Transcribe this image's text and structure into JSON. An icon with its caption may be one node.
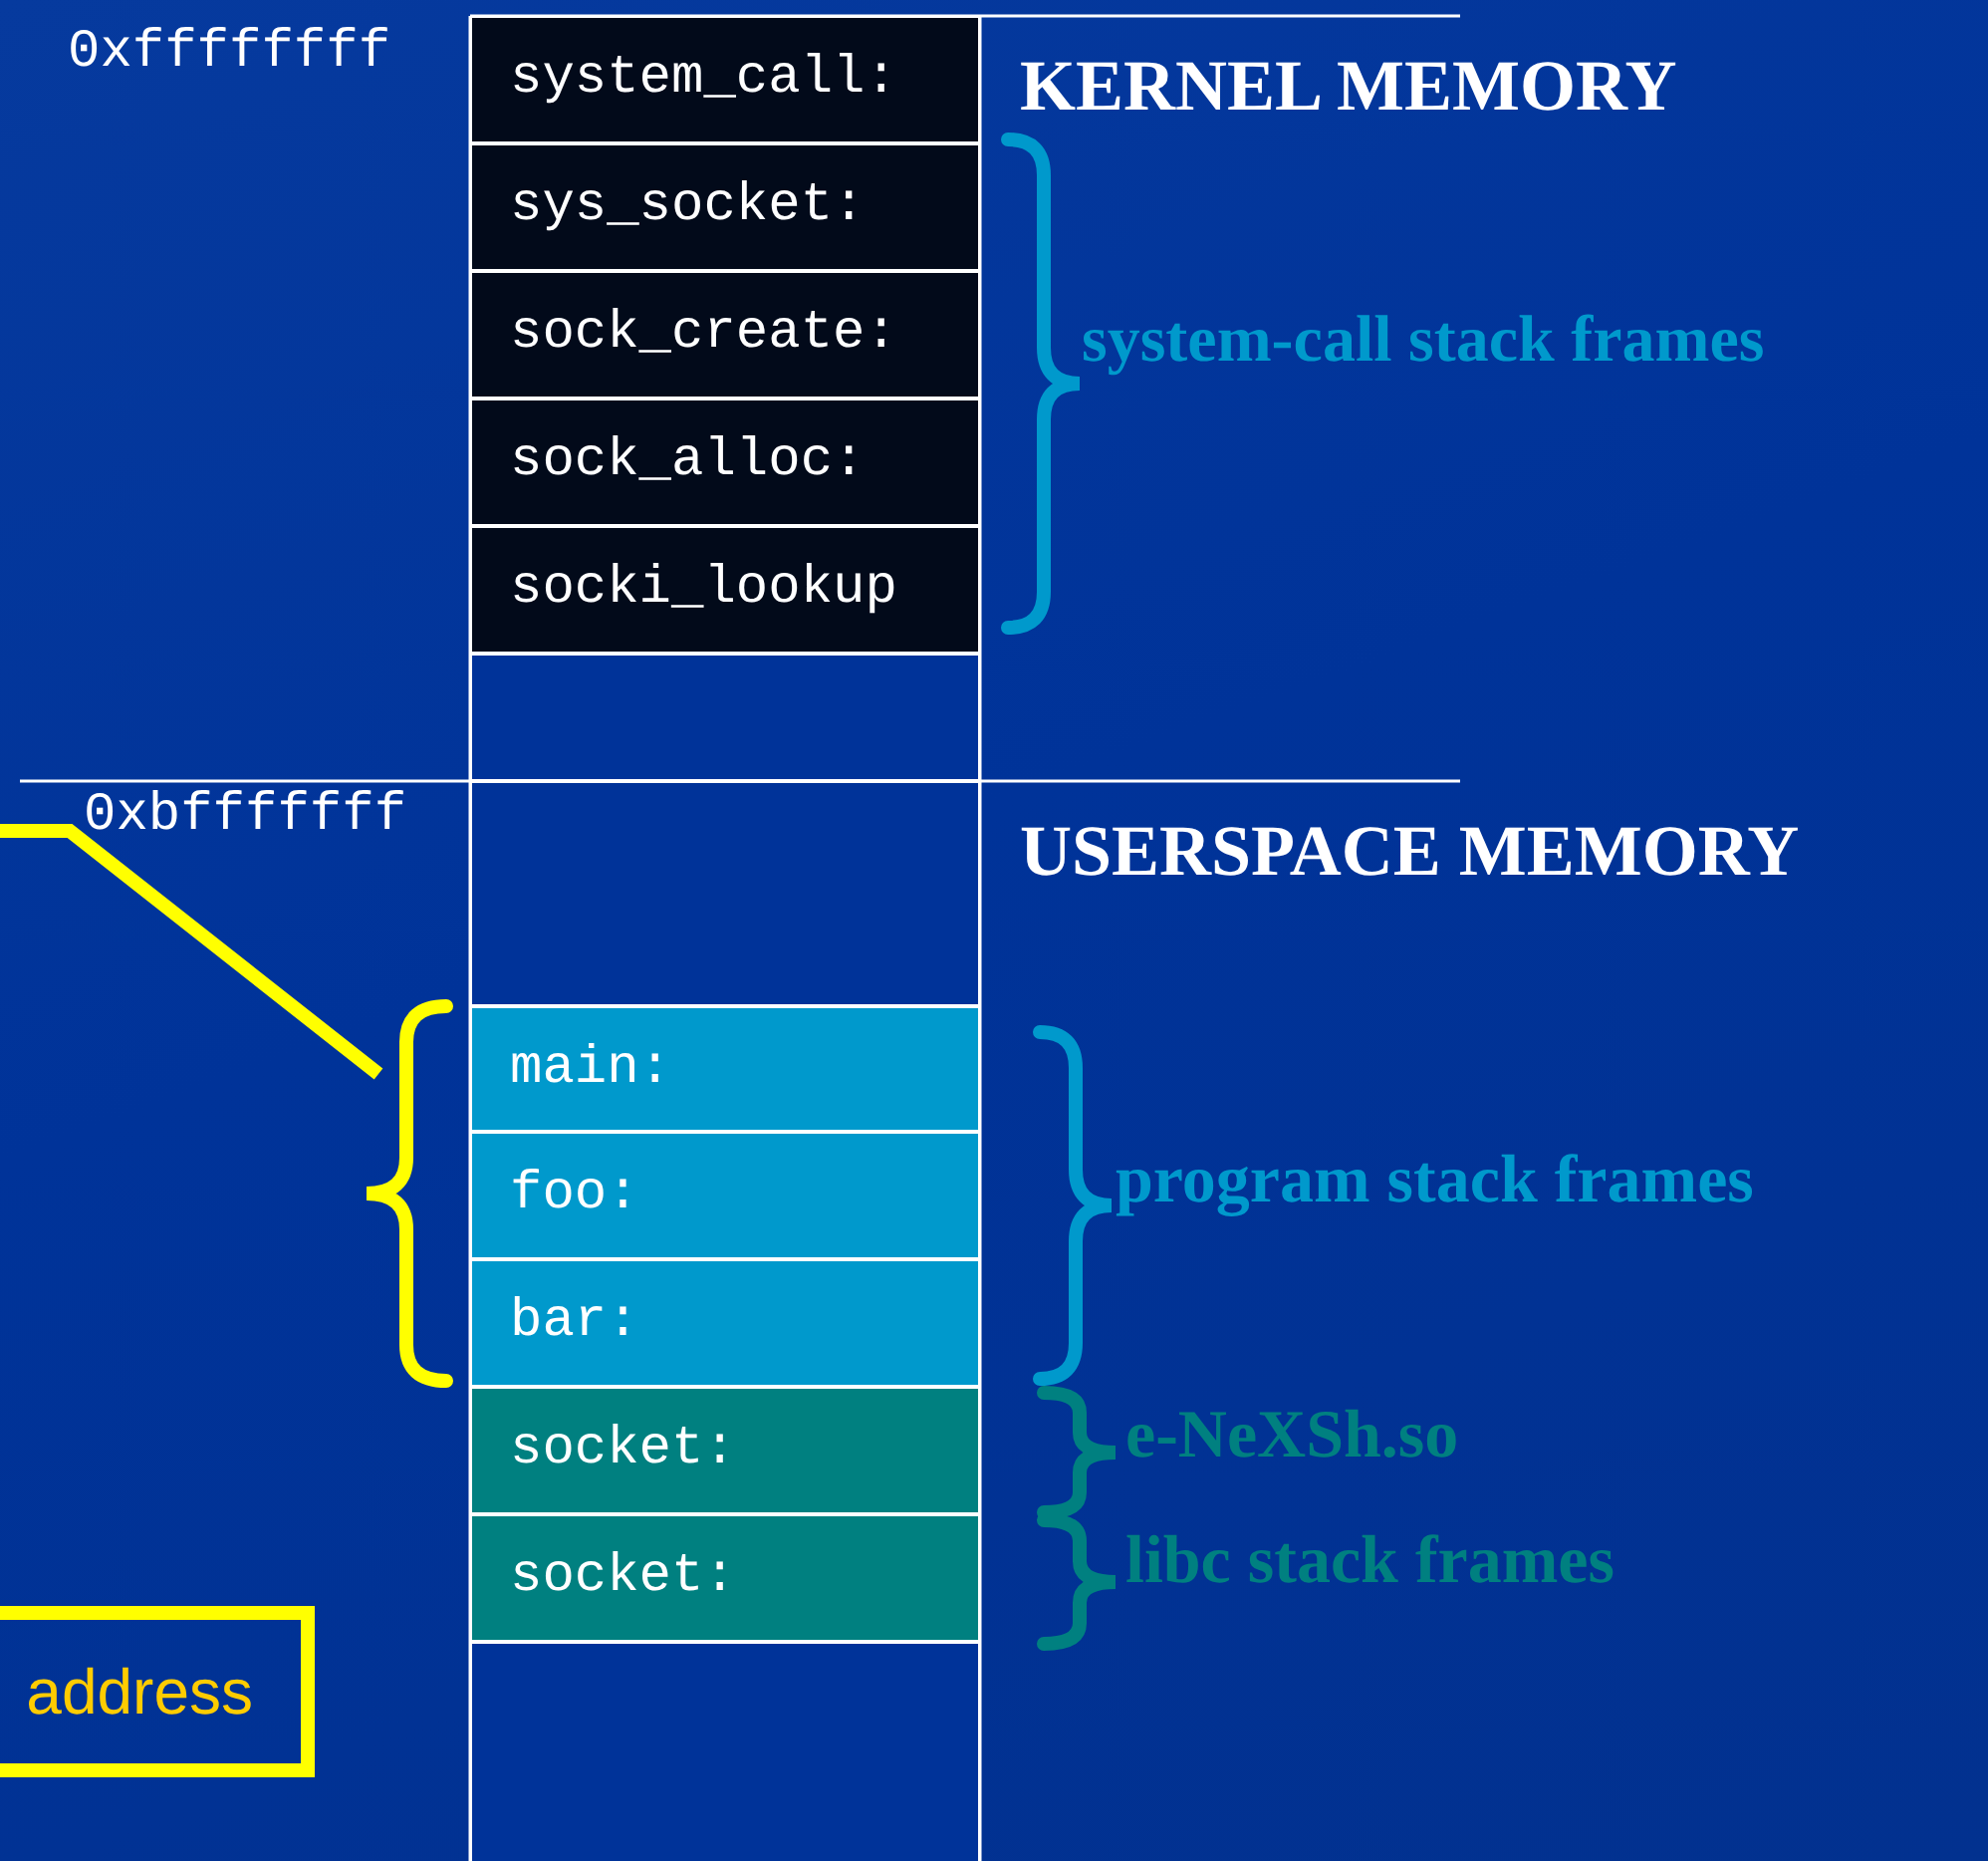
{
  "diagram": {
    "nodes": [
      {
        "text": [
          "system_call:"
        ]
      },
      {
        "text": [
          "sys_socket:"
        ]
      },
      {
        "text": [
          "sock_create:"
        ]
      },
      {
        "text": [
          "sock_alloc:"
        ]
      },
      {
        "text": [
          "socki_lookup"
        ]
      },
      {
        "text": [],
        "shape": "box"
      },
      {
        "text": [],
        "shape": "box"
      },
      {
        "text": [
          "main:"
        ]
      },
      {
        "text": [
          "foo:"
        ]
      },
      {
        "text": [
          "bar:"
        ]
      },
      {
        "text": [
          "socket:"
        ]
      },
      {
        "text": [
          "socket:"
        ]
      },
      {
        "text": [],
        "shape": "box"
      },
      {
        "text": [
          "address"
        ]
      },
      {
        "text": [],
        "shape": "bracket"
      }
    ],
    "edges": [
      {
        "from": null,
        "to": 14,
        "arrow": "none"
      }
    ],
    "labels": [
      "0xffffffff",
      "KERNEL MEMORY",
      "system-call stack frames",
      "0xbfffffff",
      "USERSPACE MEMORY",
      "program stack frames",
      "e-NeXSh.so",
      "libc stack frames"
    ]
  }
}
